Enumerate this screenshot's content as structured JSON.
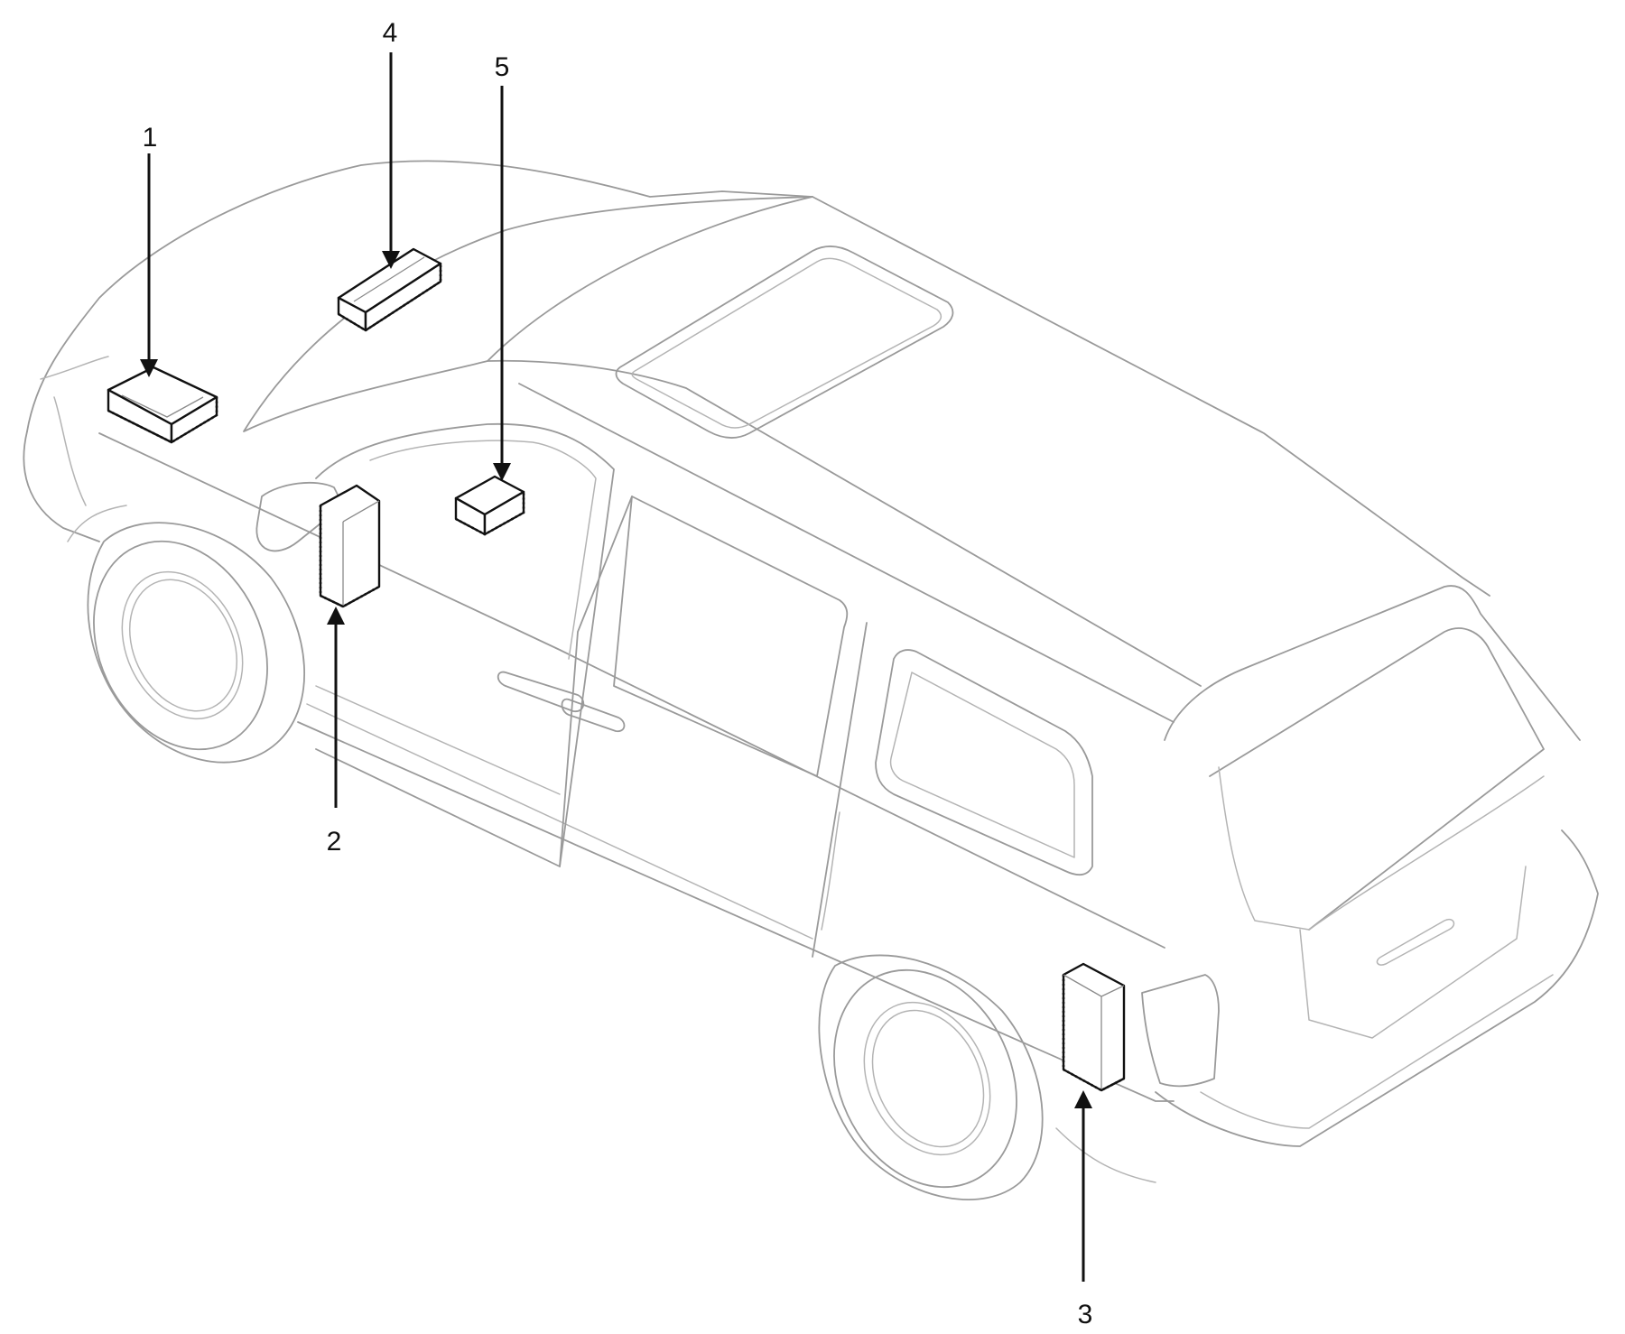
{
  "callouts": [
    {
      "id": "1",
      "label": "1"
    },
    {
      "id": "2",
      "label": "2"
    },
    {
      "id": "3",
      "label": "3"
    },
    {
      "id": "4",
      "label": "4"
    },
    {
      "id": "5",
      "label": "5"
    }
  ],
  "colors": {
    "outline": "#9a9a9a",
    "module": "#111111",
    "background": "#ffffff"
  }
}
